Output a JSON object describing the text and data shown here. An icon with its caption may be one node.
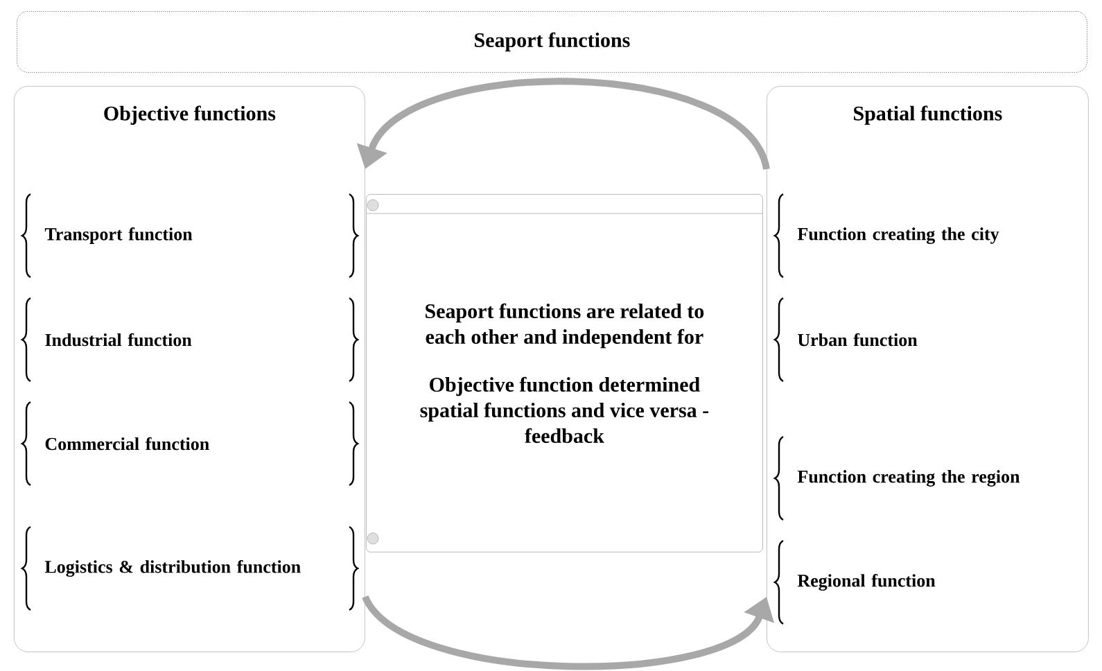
{
  "diagram": {
    "nodes": [
      {
        "text": [
          "Seaport functions"
        ]
      },
      {
        "text": [
          "Objective functions"
        ]
      },
      {
        "text": [
          "Transport function"
        ],
        "in": 1
      },
      {
        "text": [
          "Industrial function"
        ],
        "in": 1
      },
      {
        "text": [
          "Commercial function"
        ],
        "in": 1
      },
      {
        "text": [
          "Logistics & distribution function"
        ],
        "in": 1
      },
      {
        "text": [
          "Spatial functions"
        ]
      },
      {
        "text": [
          "Function creating the city"
        ],
        "in": 6
      },
      {
        "text": [
          "Urban function"
        ],
        "in": 6
      },
      {
        "text": [
          "Function creating the region"
        ],
        "in": 6
      },
      {
        "text": [
          "Regional function"
        ],
        "in": 6
      },
      {
        "text": [
          "Seaport functions are related to each other and independent for",
          "Objective function determined spatial functions and vice versa - feedback"
        ]
      }
    ],
    "edges": [
      {
        "from": 6,
        "to": 1,
        "arrow": "to"
      },
      {
        "from": 1,
        "to": 6,
        "arrow": "to"
      }
    ]
  }
}
